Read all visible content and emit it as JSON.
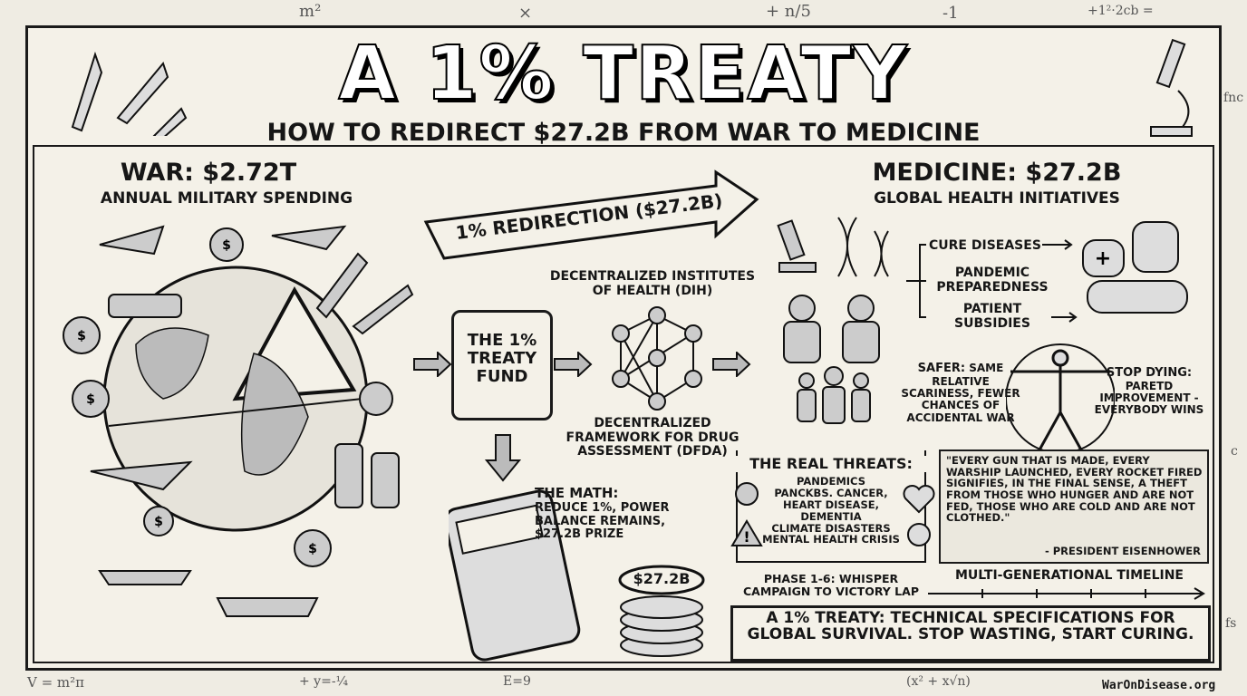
{
  "title": "A 1% TREATY",
  "subtitle": "HOW TO REDIRECT $27.2B FROM WAR TO MEDICINE",
  "war": {
    "heading": "WAR: $2.72T",
    "sub": "ANNUAL MILITARY SPENDING"
  },
  "medicine": {
    "heading": "MEDICINE: $27.2B",
    "sub": "GLOBAL HEALTH INITIATIVES"
  },
  "redirection_banner": "1% REDIRECTION ($27.2B)",
  "fund": "THE 1% TREATY FUND",
  "dih": "DECENTRALIZED INSTITUTES OF HEALTH (DIH)",
  "dfda": "DECENTRALIZED FRAMEWORK FOR DRUG ASSESSMENT (dFDA)",
  "math": {
    "heading": "THE MATH:",
    "body": "REDUCE 1%, POWER BALANCE REMAINS, $27.2B PRIZE",
    "coin": "$27.2B"
  },
  "outcomes": [
    "CURE DISEASES",
    "PANDEMIC PREPAREDNESS",
    "PATIENT SUBSIDIES"
  ],
  "safer": {
    "heading": "SAFER:",
    "body": "SAME RELATIVE SCARINESS, FEWER CHANCES OF ACCIDENTAL WAR"
  },
  "stop_dying": {
    "heading": "STOP DYING:",
    "body": "PARETD IMPROVEMENT - EVERYBODY WINS"
  },
  "threats": {
    "heading": "THE REAL THREATS:",
    "items": [
      "PANDEMICS",
      "PANCKBS. CANCER,",
      "HEART DISEASE,",
      "DEMENTIA",
      "CLIMATE DISASTERS",
      "MENTAL HEALTH CRISIS"
    ]
  },
  "quote": {
    "text": "\"EVERY GUN THAT IS MADE, EVERY WARSHIP LAUNCHED, EVERY ROCKET FIRED SIGNIFIES, IN THE FINAL SENSE, A THEFT FROM THOSE WHO HUNGER AND ARE NOT FED, THOSE WHO ARE COLD AND ARE NOT CLOTHED.\"",
    "author": "- PRESIDENT EISENHOWER"
  },
  "timeline": {
    "phase": "PHASE 1-6: WHISPER CAMPAIGN TO VICTORY LAP",
    "label": "MULTI-GENERATIONAL TIMELINE"
  },
  "footer": "A 1% TREATY: TECHNICAL SPECIFICATIONS FOR GLOBAL SURVIVAL. STOP WASTING, START CURING.",
  "watermark": "WarOnDisease.org",
  "doodles": [
    "m²",
    "×",
    "+ n/5",
    "-1",
    "+1²·2cb =",
    "fnc",
    "V = m²π",
    "+ y=-¼",
    "E=9",
    "(x² + x√n)",
    "fs",
    "c"
  ]
}
